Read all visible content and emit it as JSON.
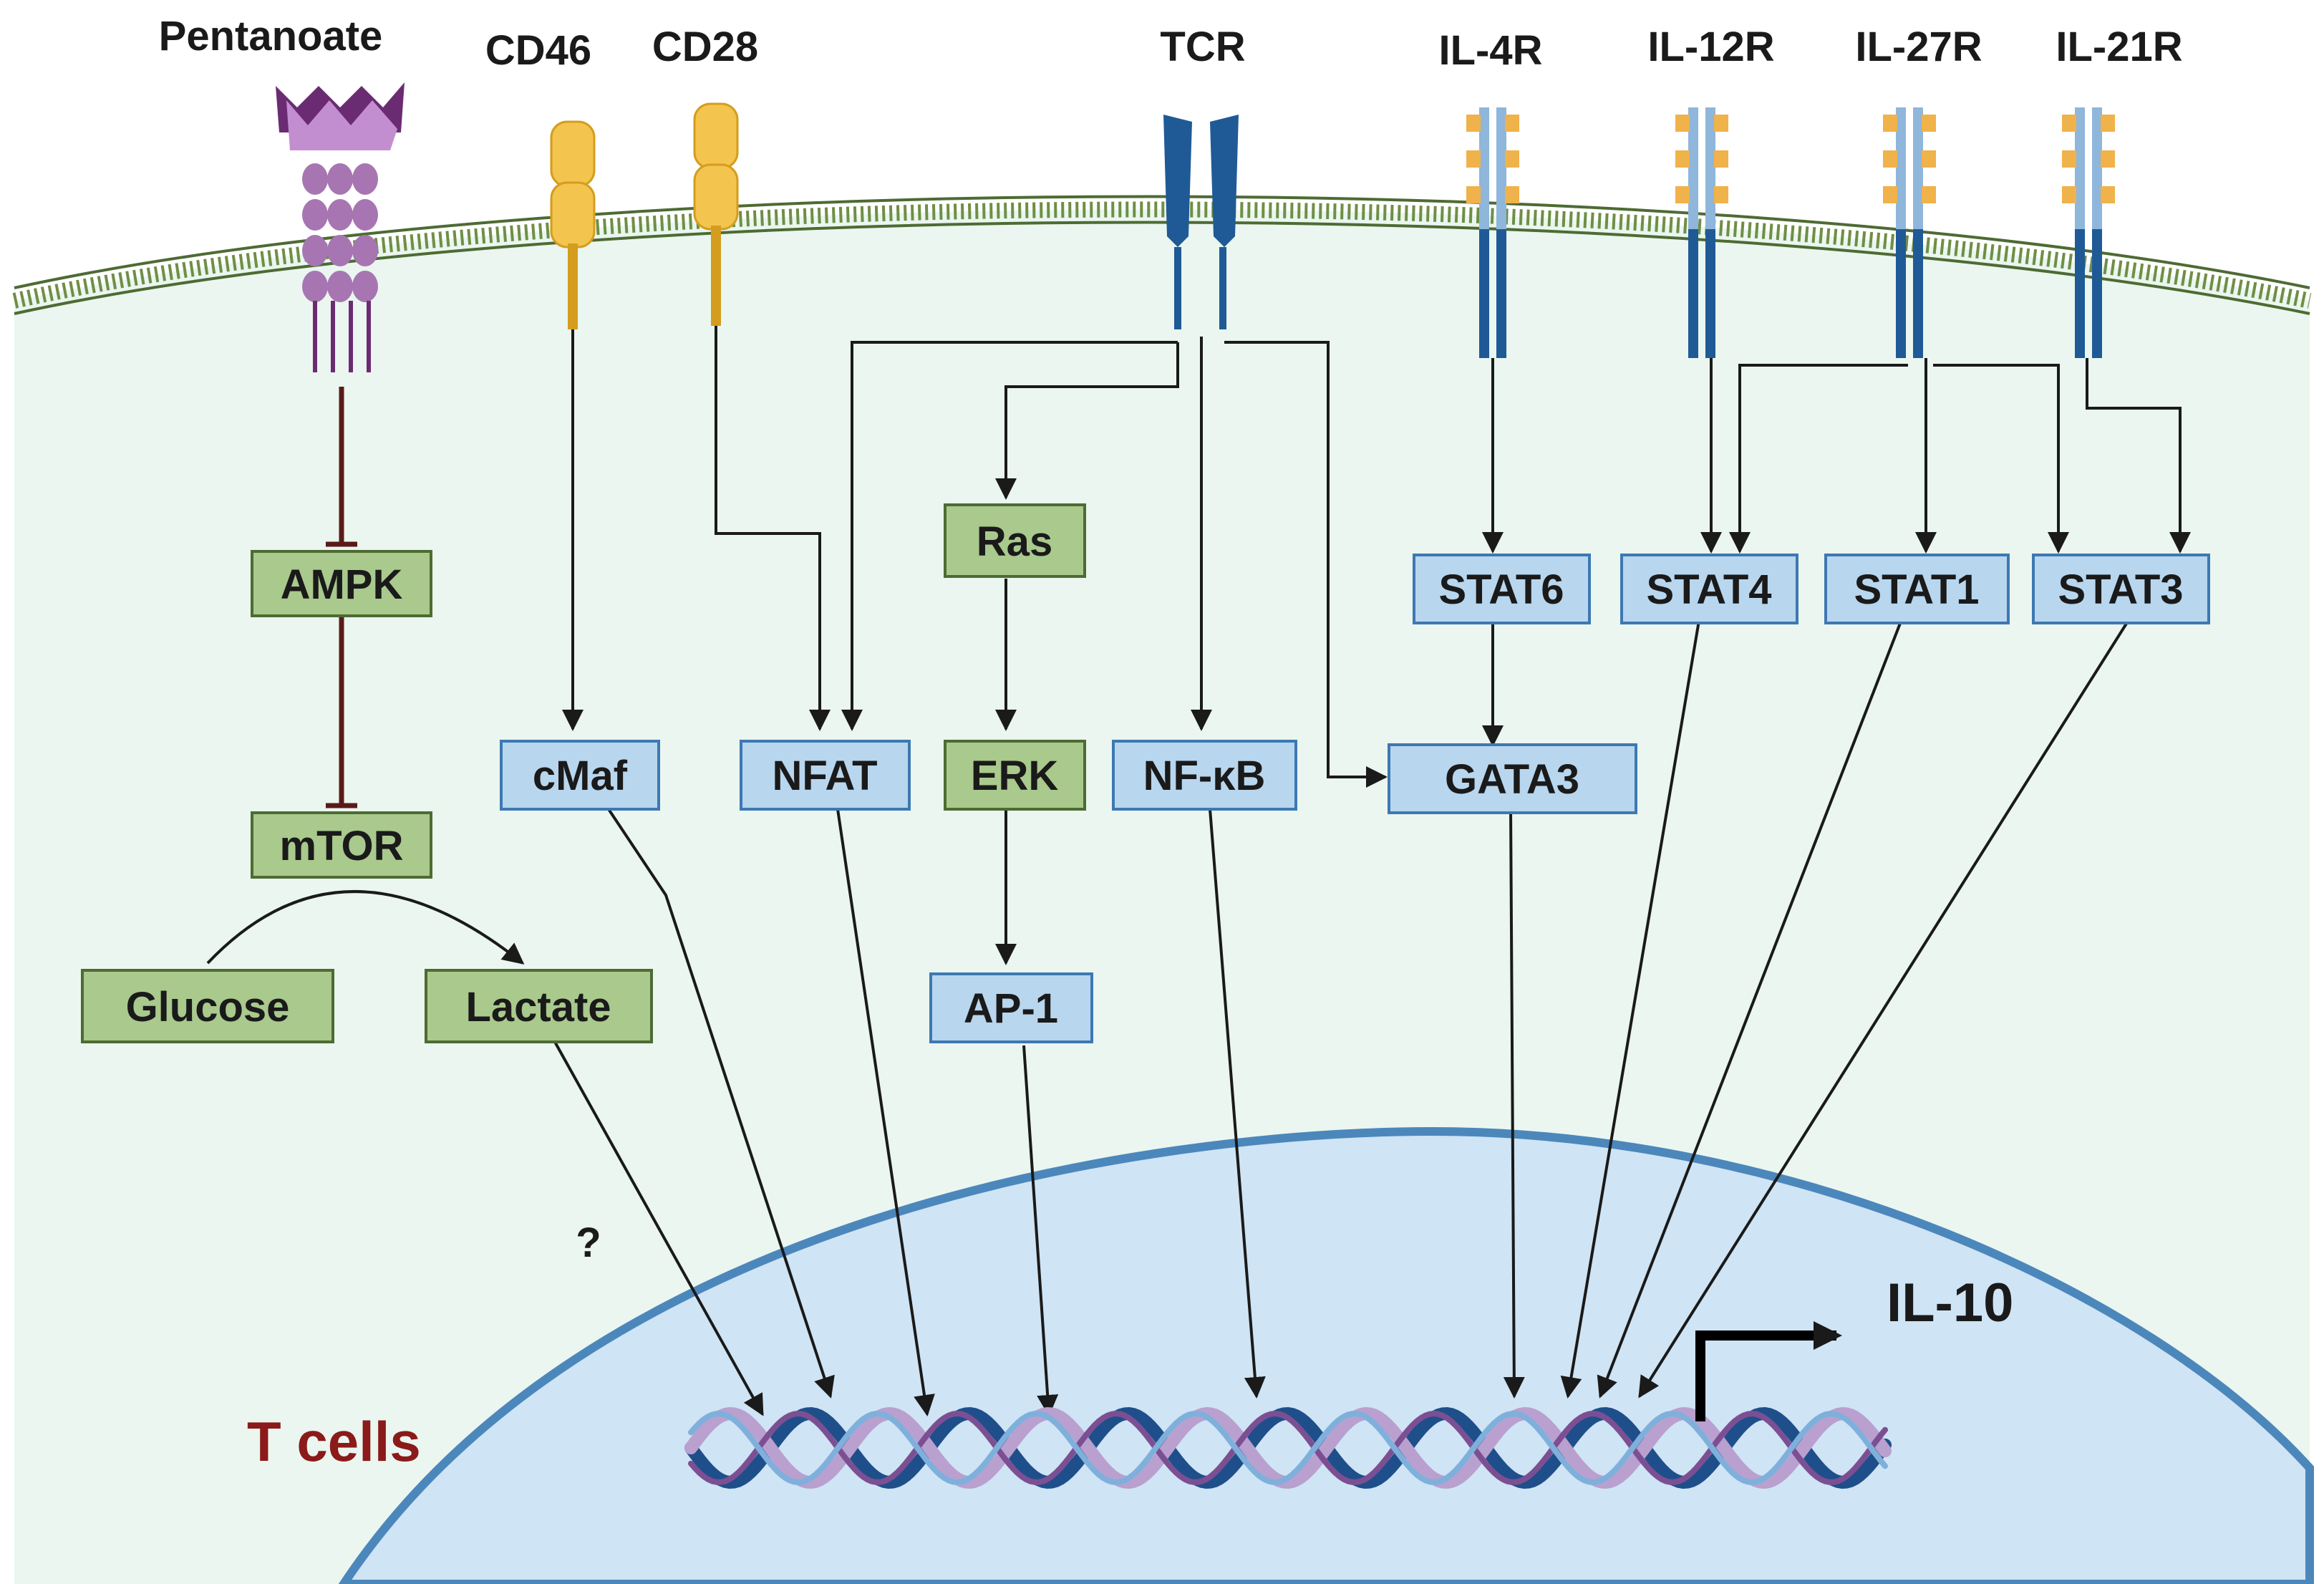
{
  "figure": {
    "cell_label": "T cells",
    "question_mark": "?",
    "output_gene": "IL-10"
  },
  "receptors": {
    "pentanoate": "Pentanoate",
    "cd46": "CD46",
    "cd28": "CD28",
    "tcr": "TCR",
    "il4r": "IL-4R",
    "il12r": "IL-12R",
    "il27r": "IL-27R",
    "il21r": "IL-21R"
  },
  "nodes": {
    "ampk": "AMPK",
    "mtor": "mTOR",
    "glucose": "Glucose",
    "lactate": "Lactate",
    "cmaf": "cMaf",
    "nfat": "NFAT",
    "ras": "Ras",
    "erk": "ERK",
    "ap1": "AP-1",
    "nfkb": "NF-κB",
    "stat6": "STAT6",
    "stat4": "STAT4",
    "stat1": "STAT1",
    "stat3": "STAT3",
    "gata3": "GATA3"
  },
  "colors": {
    "metabolic_node": "#a9c98d",
    "signaling_node": "#b8d6ee",
    "cytoplasm": "#eaf6ef",
    "nucleus": "#cfe4f4",
    "membrane": "#6e8f45",
    "cell_label": "#8b1a1a",
    "tcr": "#1f5a96",
    "costim": "#f3c44e",
    "cytokine_receptor": "#8fb6db",
    "gpcr": "#a776b2"
  },
  "edges": [
    {
      "from": "cd46",
      "to": "cmaf",
      "type": "activation"
    },
    {
      "from": "cd28",
      "to": "nfat",
      "type": "activation"
    },
    {
      "from": "tcr",
      "to": "nfat",
      "type": "activation"
    },
    {
      "from": "tcr",
      "to": "ras",
      "type": "activation"
    },
    {
      "from": "tcr",
      "to": "nfkb",
      "type": "activation"
    },
    {
      "from": "tcr",
      "to": "gata3",
      "type": "activation"
    },
    {
      "from": "ras",
      "to": "erk",
      "type": "activation"
    },
    {
      "from": "erk",
      "to": "ap1",
      "type": "activation"
    },
    {
      "from": "pentanoate",
      "to": "ampk",
      "type": "inhibition"
    },
    {
      "from": "ampk",
      "to": "mtor",
      "type": "inhibition"
    },
    {
      "from": "glucose",
      "to": "lactate",
      "type": "activation"
    },
    {
      "from": "il4r",
      "to": "stat6",
      "type": "activation"
    },
    {
      "from": "stat6",
      "to": "gata3",
      "type": "activation"
    },
    {
      "from": "il12r",
      "to": "stat4",
      "type": "activation"
    },
    {
      "from": "il27r",
      "to": "stat4",
      "type": "activation"
    },
    {
      "from": "il27r",
      "to": "stat1",
      "type": "activation"
    },
    {
      "from": "il27r",
      "to": "stat3",
      "type": "activation"
    },
    {
      "from": "il21r",
      "to": "stat3",
      "type": "activation"
    },
    {
      "from": "lactate",
      "to": "il10",
      "type": "activation"
    },
    {
      "from": "cmaf",
      "to": "il10",
      "type": "activation"
    },
    {
      "from": "nfat",
      "to": "il10",
      "type": "activation"
    },
    {
      "from": "ap1",
      "to": "il10",
      "type": "activation"
    },
    {
      "from": "nfkb",
      "to": "il10",
      "type": "activation"
    },
    {
      "from": "gata3",
      "to": "il10",
      "type": "activation"
    },
    {
      "from": "stat4",
      "to": "il10",
      "type": "activation"
    },
    {
      "from": "stat1",
      "to": "il10",
      "type": "activation"
    },
    {
      "from": "stat3",
      "to": "il10",
      "type": "activation"
    }
  ]
}
